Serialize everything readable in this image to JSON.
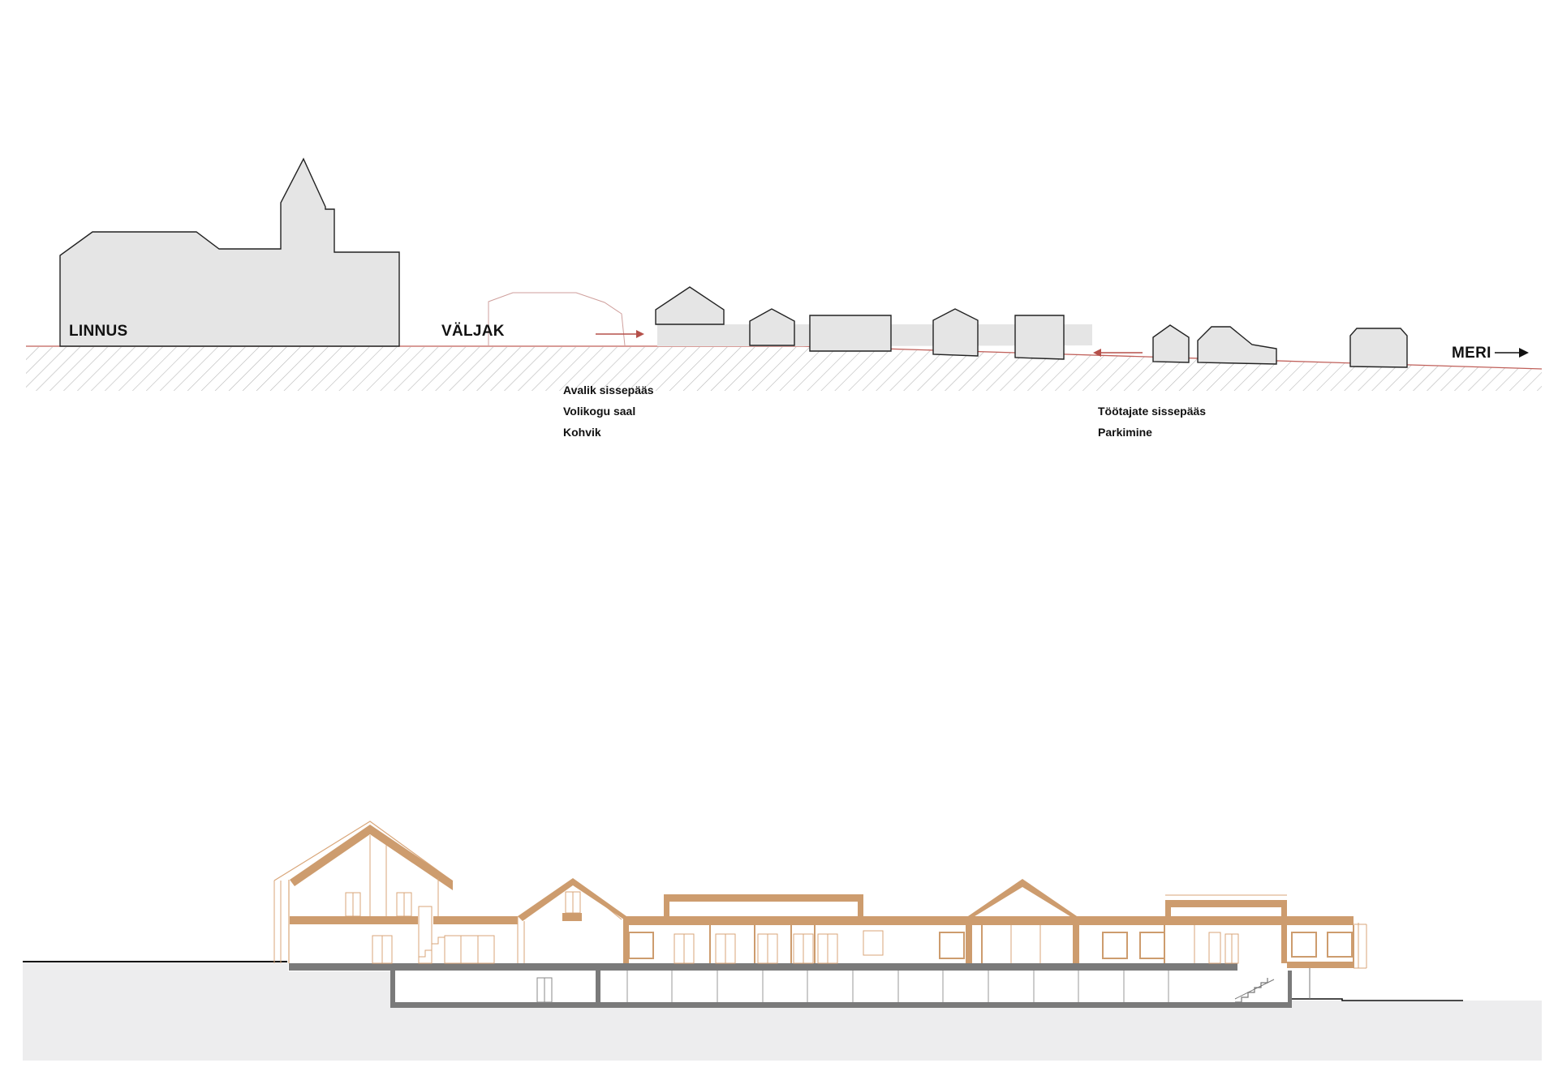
{
  "site_section": {
    "place_labels": {
      "castle": "LINNUS",
      "square": "VÄLJAK",
      "sea": "MERI"
    },
    "public_entrance_notes": [
      "Avalik sissepääs",
      "Volikogu saal",
      "Kohvik"
    ],
    "staff_entrance_notes": [
      "Töötajate sissepääs",
      "Parkimine"
    ]
  },
  "colors": {
    "ground_line": "#c0605a",
    "arrow": "#b5504a",
    "building_fill": "#e5e5e5",
    "outline": "#222222",
    "timber": "#cd9c6e",
    "timber_thin": "#d9a679",
    "concrete": "#7a7a7a",
    "earth": "#ededee",
    "hatch": "#b8b8b8"
  }
}
